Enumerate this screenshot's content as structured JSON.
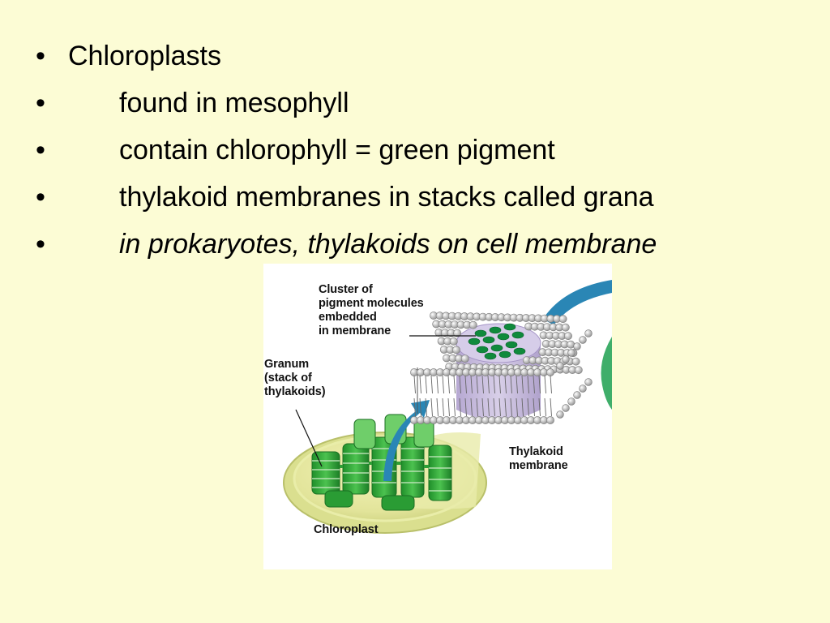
{
  "slide": {
    "bullets": [
      {
        "marker": "•",
        "text": "Chloroplasts"
      },
      {
        "marker": "•",
        "text": "found in mesophyll"
      },
      {
        "marker": "•",
        "text": "contain chlorophyll = green pigment"
      },
      {
        "marker": "•",
        "text": "thylakoid membranes in stacks called grana"
      },
      {
        "marker": "•",
        "text": "in prokaryotes, thylakoids on cell membrane"
      }
    ]
  },
  "figure": {
    "labels": {
      "cluster": "Cluster of\npigment molecules\nembedded\nin membrane",
      "granum": "Granum\n(stack of\nthylakoids)",
      "thylakoid_membrane": "Thylakoid\nmembrane",
      "chloroplast": "Chloroplast"
    },
    "colors": {
      "background": "#fcfcd5",
      "membrane_purple": "#c9bedd",
      "grana_green": "#2fa83a",
      "pigment_green": "#0f8a3c",
      "arrow_blue": "#2a86b5"
    }
  }
}
